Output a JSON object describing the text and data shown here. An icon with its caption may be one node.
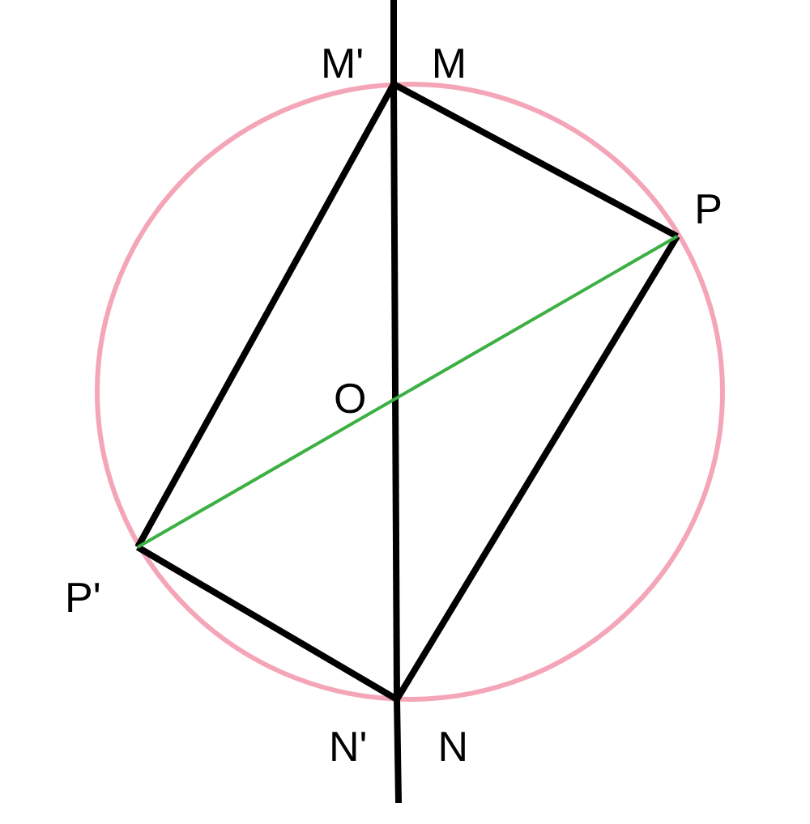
{
  "diagram": {
    "nodes": [
      {
        "text": [
          "M'",
          "M"
        ]
      },
      {
        "text": [
          "P"
        ]
      },
      {
        "text": [
          "O"
        ]
      },
      {
        "text": [
          "P'"
        ]
      },
      {
        "text": [
          "N'",
          "N"
        ]
      }
    ],
    "edges": [
      {
        "from": 0,
        "to": 1,
        "arrow": "none"
      },
      {
        "from": 1,
        "to": 4,
        "arrow": "none"
      },
      {
        "from": 4,
        "to": 3,
        "arrow": "none"
      },
      {
        "from": 3,
        "to": 0,
        "arrow": "none"
      },
      {
        "from": 0,
        "to": 4,
        "arrow": "none"
      },
      {
        "from": 1,
        "to": 3,
        "arrow": "none",
        "color": "#3cb043"
      }
    ]
  }
}
